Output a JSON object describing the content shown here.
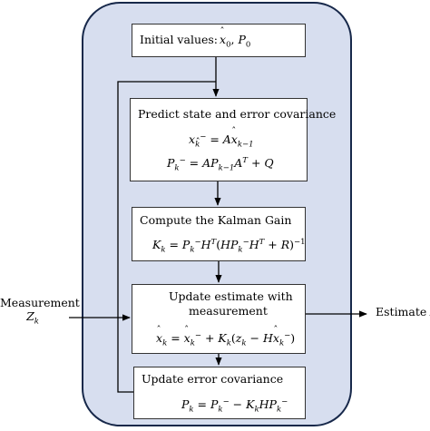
{
  "diagram": {
    "initial": {
      "title": "Initial values:"
    },
    "predict": {
      "title": "Predict state and error covariance"
    },
    "gain": {
      "title": "Compute the Kalman Gain"
    },
    "update_estimate": {
      "title_line1": "Update estimate with",
      "title_line2": "measurement"
    },
    "update_cov": {
      "title": "Update error covariance"
    },
    "measurement": {
      "label": "Measurement"
    },
    "estimate": {
      "label": "Estimate"
    },
    "colors": {
      "panel_fill": "#d7deef",
      "panel_border": "#17284a",
      "box_fill": "#ffffff",
      "arrow": "#000000"
    }
  }
}
